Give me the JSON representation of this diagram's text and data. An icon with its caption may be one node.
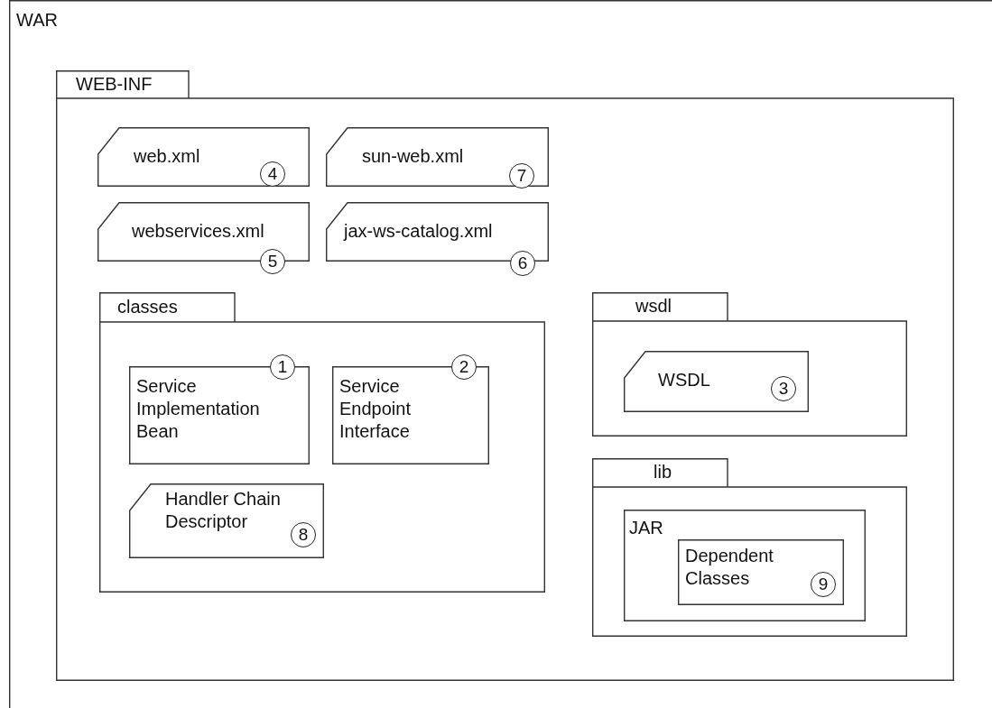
{
  "diagram": {
    "nodes": [
      {
        "text": [
          "WAR"
        ]
      },
      {
        "text": [
          "WEB-INF"
        ],
        "in": 0
      },
      {
        "text": [
          "web.xml",
          "4"
        ],
        "in": 1
      },
      {
        "text": [
          "sun-web.xml",
          "7"
        ],
        "in": 1
      },
      {
        "text": [
          "webservices.xml",
          "5"
        ],
        "in": 1
      },
      {
        "text": [
          "jax-ws-catalog.xml",
          "6"
        ],
        "in": 1
      },
      {
        "text": [
          "classes"
        ],
        "in": 1
      },
      {
        "text": [
          "Service Implementation Bean",
          "1"
        ],
        "in": 6
      },
      {
        "text": [
          "Service Endpoint Interface",
          "2"
        ],
        "in": 6
      },
      {
        "text": [
          "Handler Chain Descriptor",
          "8"
        ],
        "in": 6
      },
      {
        "text": [
          "wsdl"
        ],
        "in": 1
      },
      {
        "text": [
          "WSDL",
          "3"
        ],
        "in": 10
      },
      {
        "text": [
          "lib"
        ],
        "in": 1
      },
      {
        "text": [
          "JAR"
        ],
        "in": 12
      },
      {
        "text": [
          "Dependent Classes",
          "9"
        ],
        "in": 13
      }
    ],
    "edges": []
  }
}
